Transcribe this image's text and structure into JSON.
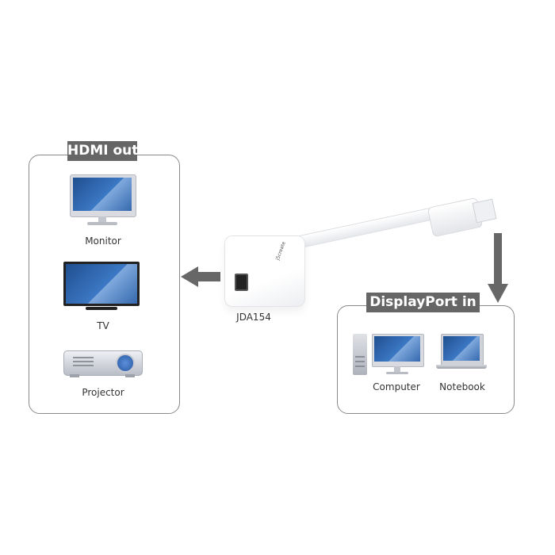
{
  "diagram": {
    "output_group": {
      "label": "HDMI out",
      "devices": [
        {
          "name": "Monitor",
          "icon": "monitor-icon"
        },
        {
          "name": "TV",
          "icon": "tv-icon"
        },
        {
          "name": "Projector",
          "icon": "projector-icon"
        }
      ]
    },
    "adapter": {
      "model": "JDA154",
      "brand_mark": "j5create",
      "port": "HDMI",
      "connector": "DisplayPort"
    },
    "input_group": {
      "label": "DisplayPort in",
      "devices": [
        {
          "name": "Computer",
          "icon": "desktop-computer-icon"
        },
        {
          "name": "Notebook",
          "icon": "laptop-icon"
        }
      ]
    },
    "arrows": [
      {
        "name": "left-arrow",
        "direction": "left",
        "meaning": "adapter to HDMI out"
      },
      {
        "name": "down-arrow",
        "direction": "down",
        "meaning": "DisplayPort connector to sources"
      }
    ],
    "colors": {
      "label_bg": "#666666",
      "arrow": "#676767",
      "border": "#8a8a8a",
      "screen": "#2f64a8"
    }
  }
}
